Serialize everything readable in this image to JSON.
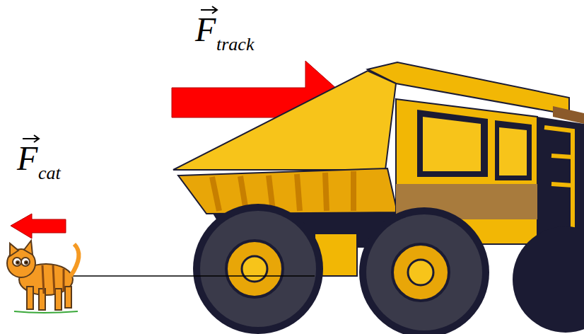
{
  "diagram": {
    "labels": [
      "F",
      "track",
      "F",
      "cat"
    ]
  }
}
